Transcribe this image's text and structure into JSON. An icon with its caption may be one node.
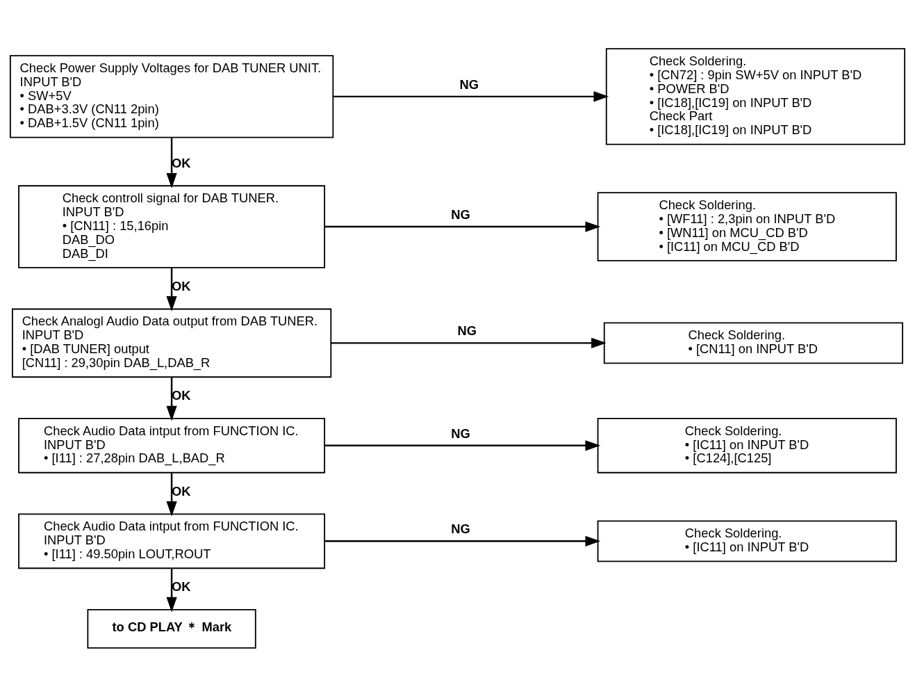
{
  "diagram": {
    "nodes": [
      {
        "text": [
          "Check Power Supply Voltages for DAB TUNER UNIT.",
          "INPUT B'D",
          "• SW+5V",
          "• DAB+3.3V (CN11 2pin)",
          "• DAB+1.5V (CN11 1pin)"
        ]
      },
      {
        "text": [
          "Check Soldering.",
          "• [CN72] : 9pin SW+5V on INPUT B'D",
          "• POWER B'D",
          "• [IC18],[IC19] on INPUT B'D",
          "Check Part",
          "• [IC18],[IC19] on INPUT B'D"
        ]
      },
      {
        "text": [
          "Check controll signal for DAB TUNER.",
          "INPUT B'D",
          "• [CN11] : 15,16pin",
          "DAB_DO",
          "DAB_DI"
        ]
      },
      {
        "text": [
          "Check Soldering.",
          "• [WF11] : 2,3pin on INPUT B'D",
          "• [WN11] on MCU_CD B'D",
          "• [IC11] on MCU_CD B'D"
        ]
      },
      {
        "text": [
          "Check Analogl Audio Data output from DAB TUNER.",
          "INPUT B'D",
          "• [DAB TUNER] output",
          "[CN11] : 29,30pin DAB_L,DAB_R"
        ]
      },
      {
        "text": [
          "Check Soldering.",
          "• [CN11] on INPUT B'D"
        ]
      },
      {
        "text": [
          "Check Audio Data intput from FUNCTION IC.",
          "INPUT B'D",
          "• [I11] : 27,28pin DAB_L,BAD_R"
        ]
      },
      {
        "text": [
          "Check Soldering.",
          "• [IC11] on INPUT B'D",
          "• [C124],[C125]"
        ]
      },
      {
        "text": [
          "Check Audio Data intput from FUNCTION IC.",
          "INPUT B'D",
          "• [I11] : 49.50pin LOUT,ROUT"
        ]
      },
      {
        "text": [
          "Check Soldering.",
          "• [IC11] on INPUT B'D"
        ]
      },
      {
        "text": [
          "to CD PLAY ＊ Mark"
        ]
      }
    ],
    "edges": [
      {
        "from": 0,
        "to": 1,
        "arrow": "to",
        "label": "NG"
      },
      {
        "from": 0,
        "to": 2,
        "arrow": "to",
        "label": "OK"
      },
      {
        "from": 2,
        "to": 3,
        "arrow": "to",
        "label": "NG"
      },
      {
        "from": 2,
        "to": 4,
        "arrow": "to",
        "label": "OK"
      },
      {
        "from": 4,
        "to": 5,
        "arrow": "to",
        "label": "NG"
      },
      {
        "from": 4,
        "to": 6,
        "arrow": "to",
        "label": "OK"
      },
      {
        "from": 6,
        "to": 7,
        "arrow": "to",
        "label": "NG"
      },
      {
        "from": 6,
        "to": 8,
        "arrow": "to",
        "label": "OK"
      },
      {
        "from": 8,
        "to": 9,
        "arrow": "to",
        "label": "NG"
      },
      {
        "from": 8,
        "to": 10,
        "arrow": "to",
        "label": "OK"
      }
    ]
  }
}
